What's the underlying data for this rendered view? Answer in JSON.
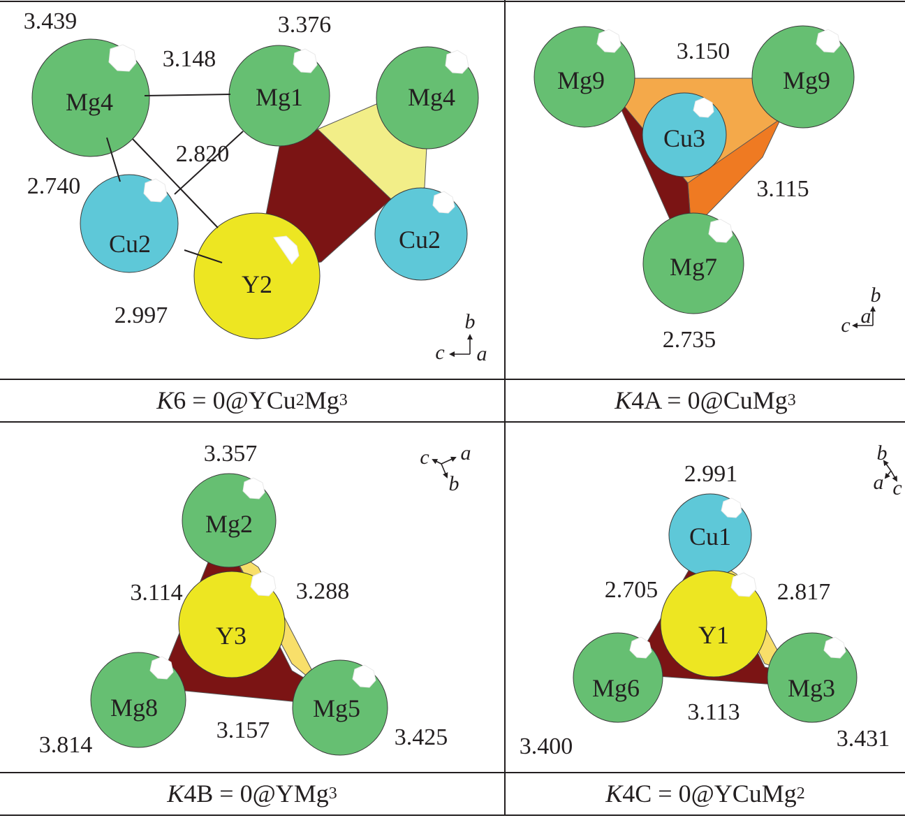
{
  "colors": {
    "mg": "#66bf72",
    "cu": "#5ec8d8",
    "y": "#ede622",
    "face_dark": "#7b1414",
    "face_light": "#f2ee88",
    "face_yellow": "#f8df6a",
    "face_orange": "#f4a94a",
    "face_orange_dark": "#ef7a22",
    "line": "#231f20"
  },
  "panels": [
    {
      "id": "K6",
      "atoms": [
        "Mg4",
        "Mg1",
        "Mg4",
        "Cu2",
        "Y2",
        "Cu2"
      ],
      "distances": [
        "3.439",
        "3.376",
        "3.148",
        "2.820",
        "2.740",
        "2.997"
      ],
      "axes": [
        "b",
        "c",
        "a"
      ],
      "caption": {
        "k": "K",
        "rest": "6 = 0@YCu",
        "s1": "2",
        "mid": "Mg",
        "s2": "3"
      }
    },
    {
      "id": "K4A",
      "atoms": [
        "Mg9",
        "Mg9",
        "Cu3",
        "Mg7"
      ],
      "distances": [
        "3.150",
        "3.115",
        "2.735"
      ],
      "axes": [
        "b",
        "c",
        "a"
      ],
      "caption": {
        "k": "K",
        "rest": "4A = 0@CuMg",
        "s1": "3"
      }
    },
    {
      "id": "K4B",
      "atoms": [
        "Mg2",
        "Y3",
        "Mg8",
        "Mg5"
      ],
      "distances": [
        "3.357",
        "3.114",
        "3.288",
        "3.157",
        "3.814",
        "3.425"
      ],
      "axes": [
        "c",
        "a",
        "b"
      ],
      "caption": {
        "k": "K",
        "rest": "4B = 0@YMg",
        "s1": "3"
      }
    },
    {
      "id": "K4C",
      "atoms": [
        "Cu1",
        "Y1",
        "Mg6",
        "Mg3"
      ],
      "distances": [
        "2.991",
        "2.705",
        "2.817",
        "3.113",
        "3.400",
        "3.431"
      ],
      "axes": [
        "b",
        "a",
        "c"
      ],
      "caption": {
        "k": "K",
        "rest": "4C = 0@YCuMg",
        "s1": "2"
      }
    }
  ]
}
